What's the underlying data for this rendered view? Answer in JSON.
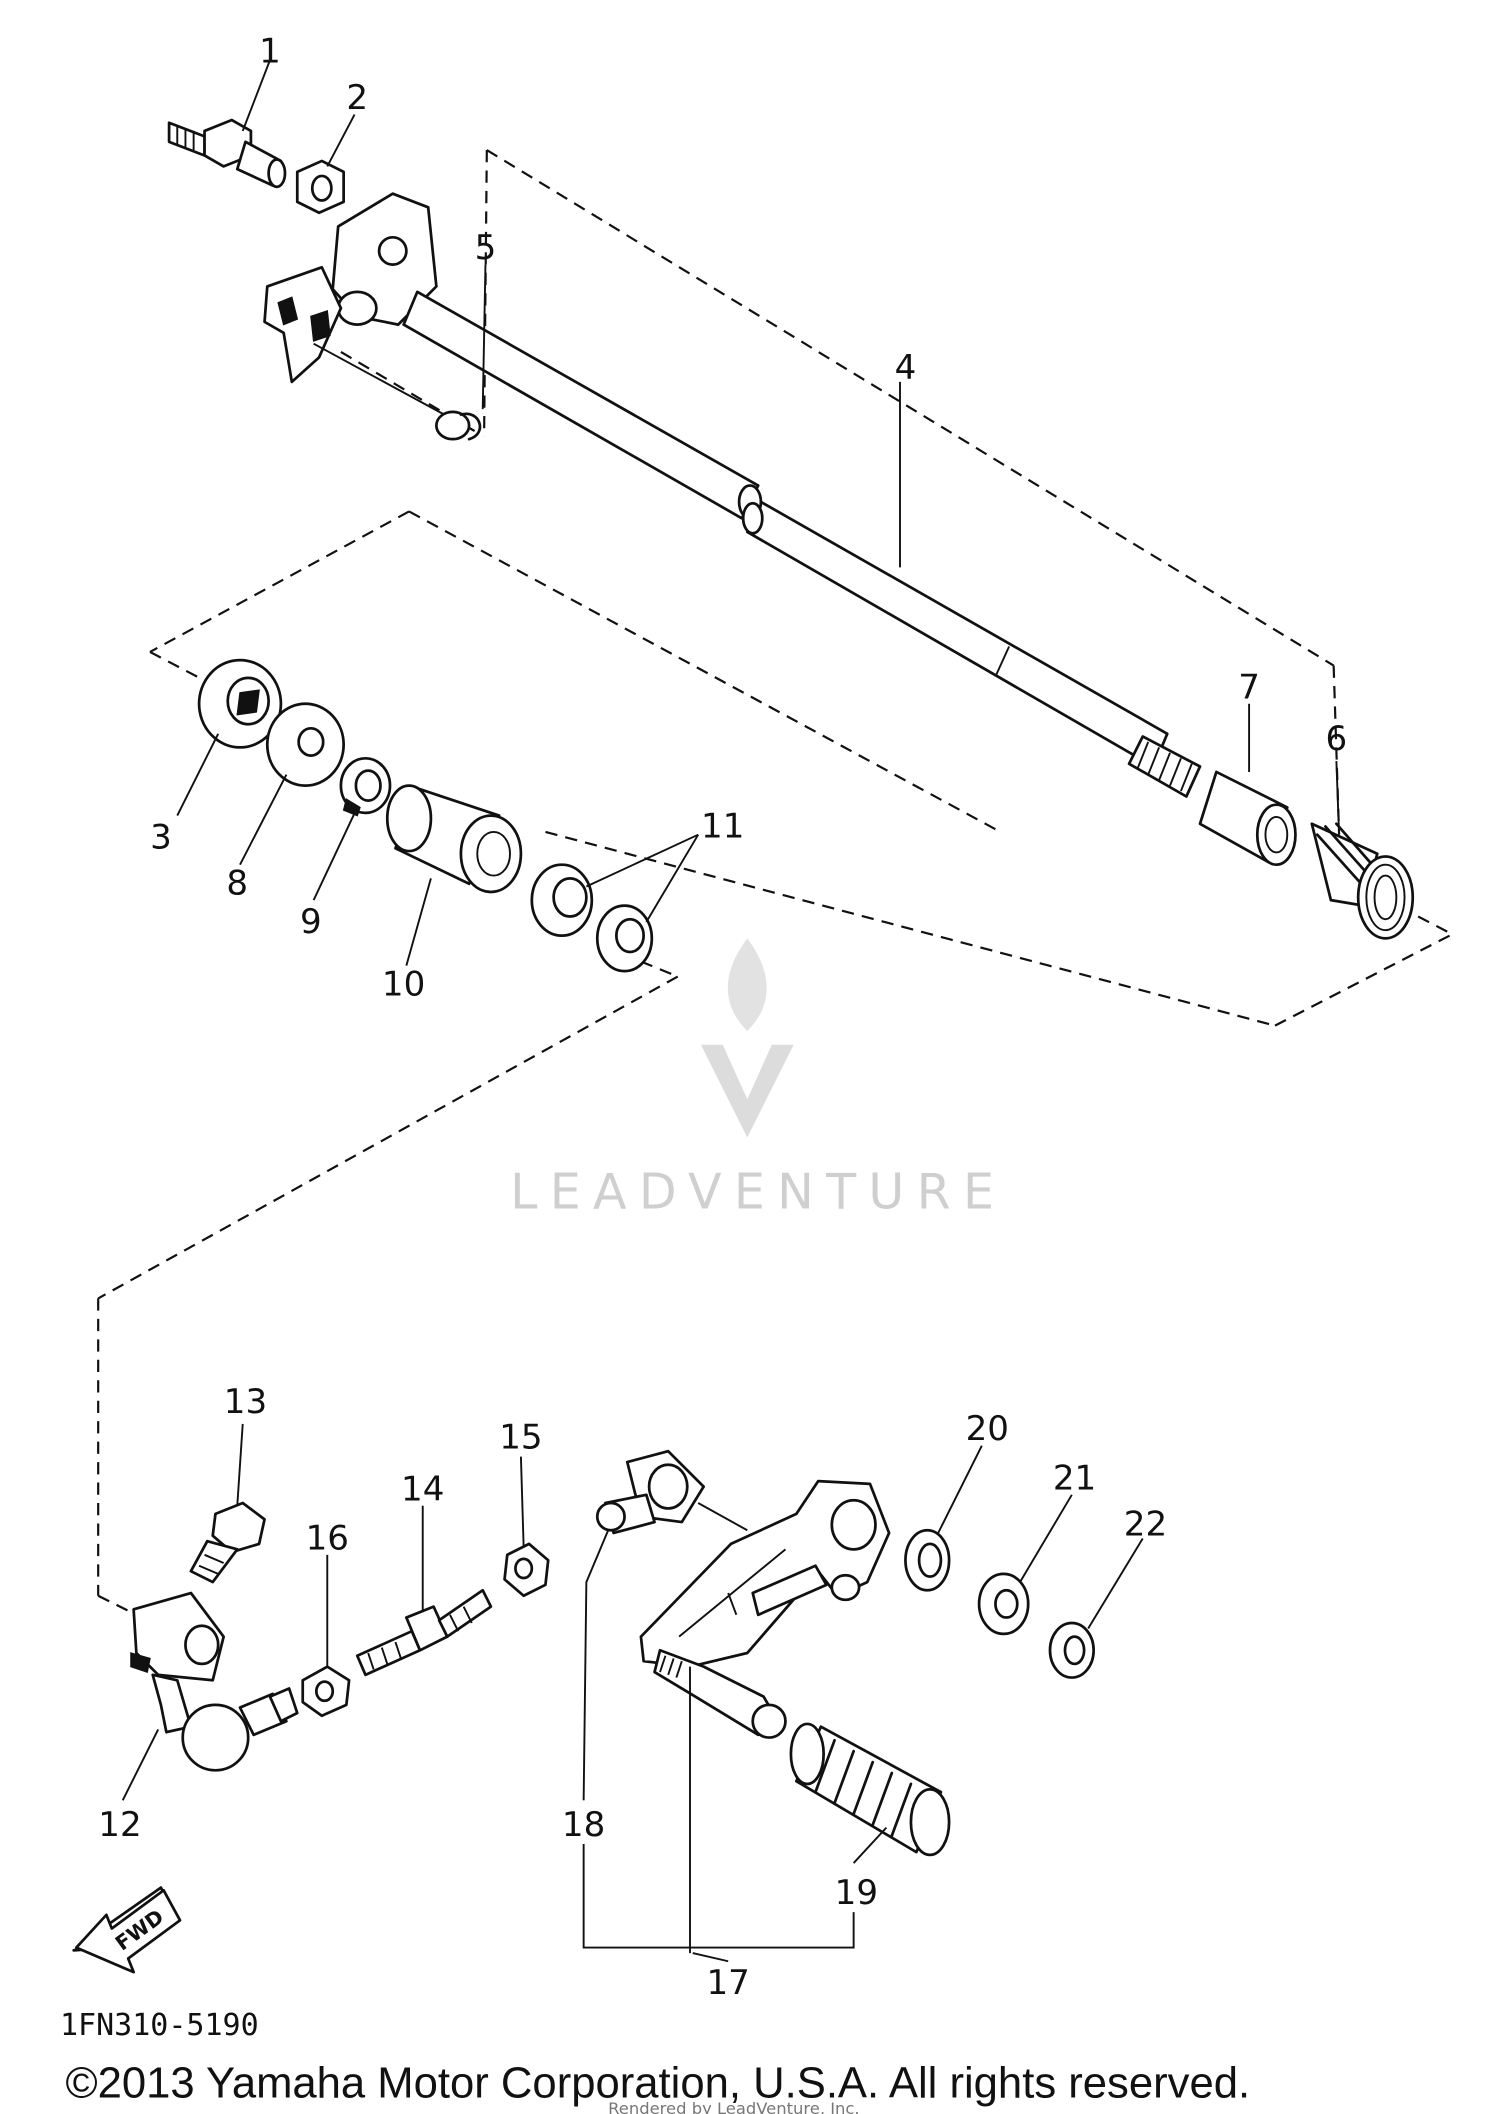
{
  "diagram": {
    "callouts": [
      "1",
      "2",
      "3",
      "4",
      "5",
      "6",
      "7",
      "8",
      "9",
      "10",
      "11",
      "12",
      "13",
      "14",
      "15",
      "16",
      "17",
      "18",
      "19",
      "20",
      "21",
      "22"
    ],
    "forward_arrow": "FWD",
    "diagram_code": "1FN310-5190"
  },
  "watermark": {
    "text": "LEADVENTURE"
  },
  "footer": {
    "copyright": "©2013 Yamaha Motor Corporation, U.S.A. All rights reserved.",
    "rendered_by": "Rendered by LeadVenture, Inc."
  }
}
